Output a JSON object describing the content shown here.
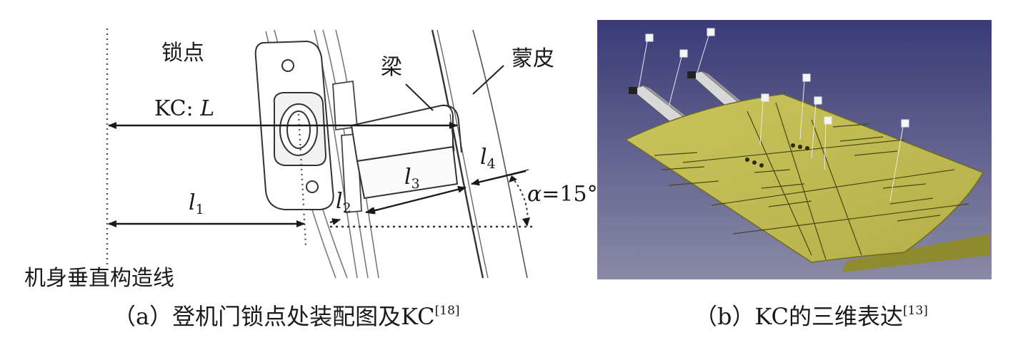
{
  "panel_a": {
    "labels": {
      "lock_point": "锁点",
      "beam": "梁",
      "skin": "蒙皮",
      "kc": "KC:",
      "kc_var": "L",
      "l_var": "l",
      "l1_sub": "1",
      "l2_sub": "2",
      "l3_sub": "3",
      "l4_sub": "4",
      "alpha": "α",
      "alpha_value": "=15°",
      "fuselage_line": "机身垂直构造线"
    },
    "caption": {
      "text": "（a）登机门锁点处装配图及KC",
      "ref": "[18]"
    }
  },
  "panel_b": {
    "caption": {
      "text": "（b）KC的三维表达",
      "ref": "[13]"
    },
    "colors": {
      "background_top": "#3a3a78",
      "background_bottom": "#8a8aa6",
      "panel": "#c9c45a",
      "panel_dark": "#8f8a2e"
    }
  }
}
